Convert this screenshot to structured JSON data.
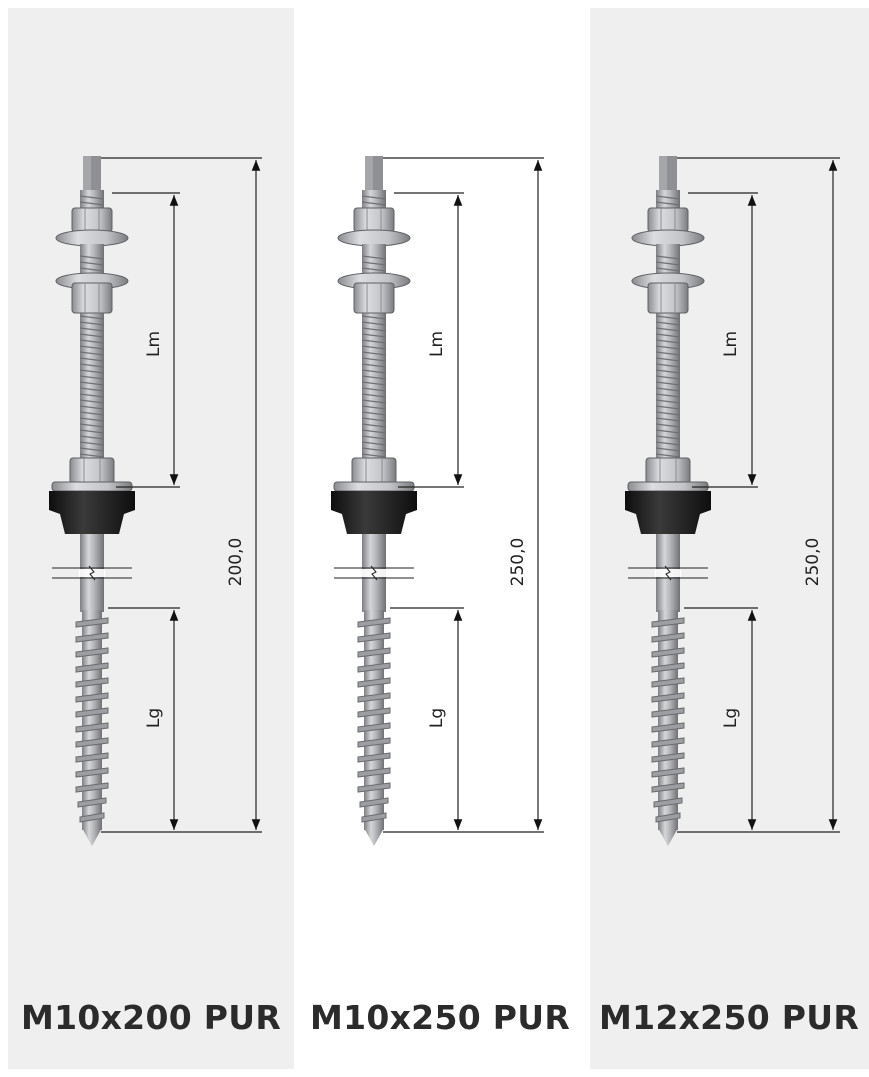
{
  "products": [
    {
      "title": "M10x200 PUR",
      "total_length_label": "200,0",
      "lm_label": "Lm",
      "lg_label": "Lg"
    },
    {
      "title": "M10x250 PUR",
      "total_length_label": "250,0",
      "lm_label": "Lm",
      "lg_label": "Lg"
    },
    {
      "title": "M12x250 PUR",
      "total_length_label": "250,0",
      "lm_label": "Lm",
      "lg_label": "Lg"
    }
  ],
  "colors": {
    "panel_gray": "#efeff0",
    "steel": "#a9abae",
    "steel_dark": "#7e8083",
    "rubber": "#1b1b1b",
    "text": "#2b2b2b"
  }
}
